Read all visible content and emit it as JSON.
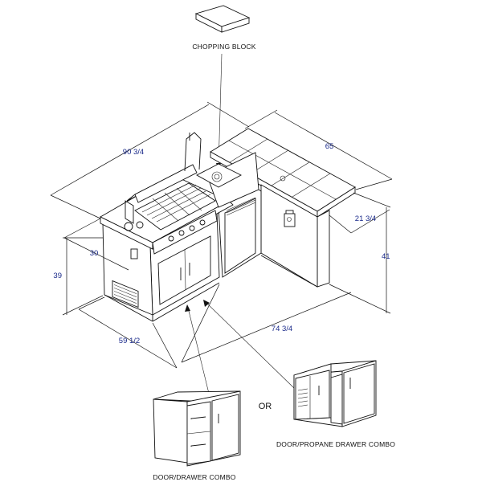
{
  "labels": {
    "chopping_block": "CHOPPING BLOCK",
    "or": "OR",
    "door_propane_combo": "DOOR/PROPANE DRAWER COMBO",
    "door_drawer_combo": "DOOR/DRAWER COMBO"
  },
  "dimensions": {
    "grill_length": "90 3/4",
    "bar_length": "65",
    "bar_depth": "21 3/4",
    "bar_height": "41",
    "grill_depth": "30",
    "grill_height": "39",
    "base_length": "59 1/2",
    "side_length": "74 3/4"
  },
  "colors": {
    "line": "#111111",
    "dimension_text": "#1a2a8a",
    "background": "#ffffff"
  }
}
